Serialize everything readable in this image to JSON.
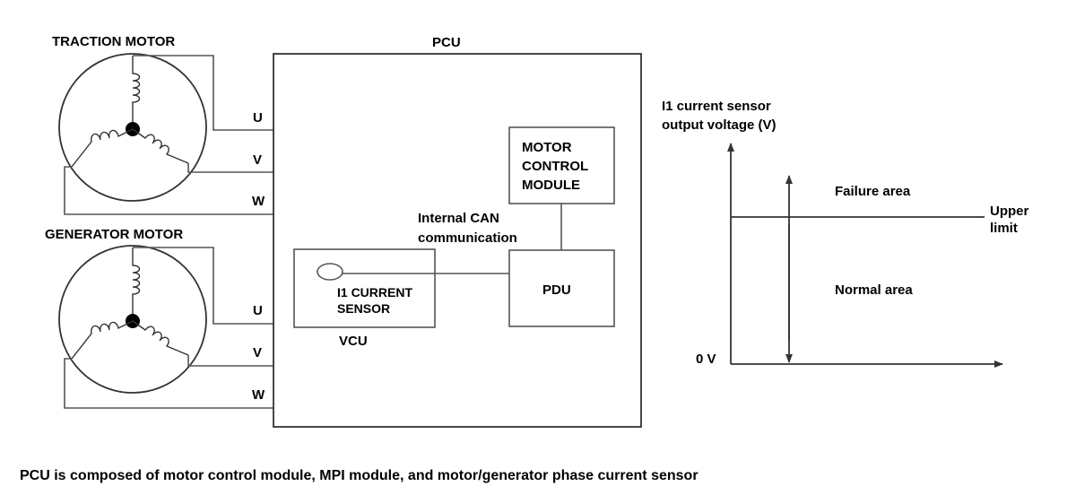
{
  "labels": {
    "traction_motor": "TRACTION MOTOR",
    "generator_motor": "GENERATOR MOTOR",
    "pcu": "PCU",
    "phase_u": "U",
    "phase_v": "V",
    "phase_w": "W",
    "motor_control_module": [
      "MOTOR",
      "CONTROL",
      "MODULE"
    ],
    "internal_can": [
      "Internal CAN",
      "communication"
    ],
    "pdu": "PDU",
    "current_sensor": [
      "I1 CURRENT",
      "SENSOR"
    ],
    "vcu": "VCU"
  },
  "graph": {
    "y_axis_label": [
      "I1 current sensor",
      "output voltage (V)"
    ],
    "failure_area": "Failure area",
    "normal_area": "Normal area",
    "upper_limit": [
      "Upper",
      "limit"
    ],
    "zero": "0 V"
  },
  "caption": "PCU is composed of motor control module, MPI module, and motor/generator phase current sensor"
}
